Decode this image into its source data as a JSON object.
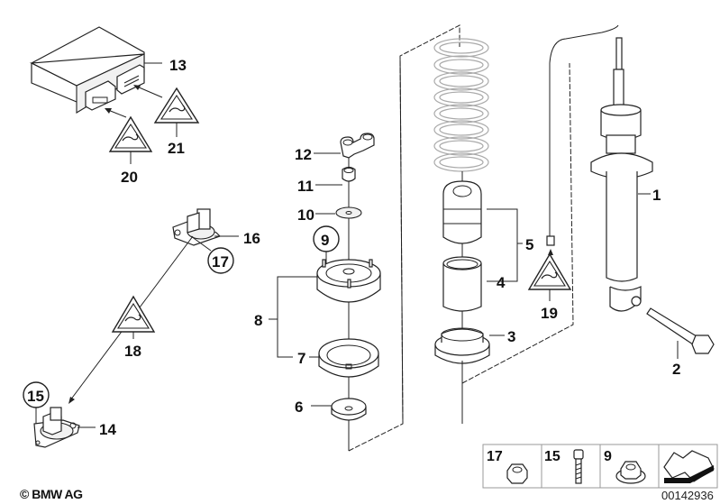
{
  "diagram": {
    "title": "Rear shock absorber / spring strut parts exploded view",
    "callouts": [
      {
        "id": "c1",
        "label": "1",
        "part": "shock-absorber"
      },
      {
        "id": "c2",
        "label": "2",
        "part": "hex-bolt"
      },
      {
        "id": "c3",
        "label": "3",
        "part": "spring-pad-lower"
      },
      {
        "id": "c4",
        "label": "4",
        "part": "protection-tube"
      },
      {
        "id": "c5",
        "label": "5",
        "part": "protection-kit"
      },
      {
        "id": "c6",
        "label": "6",
        "part": "dust-cap"
      },
      {
        "id": "c7",
        "label": "7",
        "part": "spring-pad-upper"
      },
      {
        "id": "c8",
        "label": "8",
        "part": "support-bearing-kit"
      },
      {
        "id": "c9",
        "label": "9",
        "part": "collar-nut",
        "circled": true
      },
      {
        "id": "c10",
        "label": "10",
        "part": "washer"
      },
      {
        "id": "c11",
        "label": "11",
        "part": "nut"
      },
      {
        "id": "c12",
        "label": "12",
        "part": "cable-holder"
      },
      {
        "id": "c13",
        "label": "13",
        "part": "control-unit"
      },
      {
        "id": "c14",
        "label": "14",
        "part": "sensor-front"
      },
      {
        "id": "c15",
        "label": "15",
        "part": "fillister-head-screw",
        "circled": true
      },
      {
        "id": "c16",
        "label": "16",
        "part": "sensor-rear"
      },
      {
        "id": "c17",
        "label": "17",
        "part": "hex-nut",
        "circled": true
      },
      {
        "id": "c18",
        "label": "18",
        "part": "wiring-set-warning"
      },
      {
        "id": "c19",
        "label": "19",
        "part": "wiring-set-warning"
      },
      {
        "id": "c20",
        "label": "20",
        "part": "wiring-set-warning"
      },
      {
        "id": "c21",
        "label": "21",
        "part": "wiring-set-warning"
      }
    ],
    "legend": [
      {
        "label": "17",
        "icon": "hex-nut-icon"
      },
      {
        "label": "15",
        "icon": "screw-icon"
      },
      {
        "label": "9",
        "icon": "flange-nut-icon"
      },
      {
        "label": "",
        "icon": "direction-arrow-icon"
      }
    ],
    "doc_number": "00142936",
    "copyright": "© BMW AG"
  }
}
